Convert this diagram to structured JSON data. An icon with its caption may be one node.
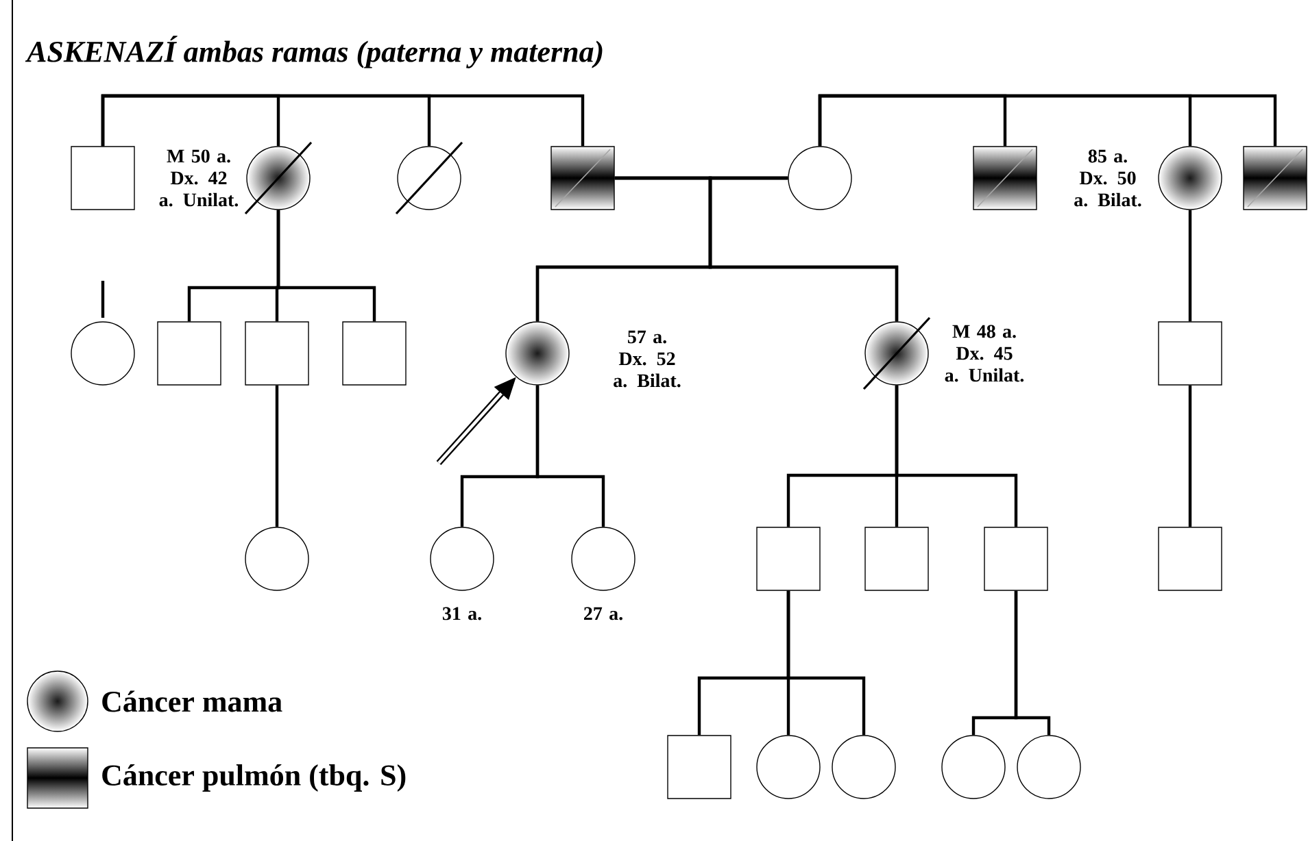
{
  "diagram": {
    "title": "ASKENAZÍ ambas ramas (paterna y materna)",
    "nodes": [
      {
        "text": [],
        "shape": "box"
      },
      {
        "text": [],
        "shape": "circle",
        "beside": [
          "M 50 a. Dx. 42 a. Unilat."
        ]
      },
      {
        "text": [],
        "shape": "circle"
      },
      {
        "text": [],
        "shape": "box"
      },
      {
        "text": [],
        "shape": "circle"
      },
      {
        "text": [],
        "shape": "box"
      },
      {
        "text": [],
        "shape": "circle",
        "beside": [
          "85 a. Dx. 50 a. Bilat."
        ]
      },
      {
        "text": [],
        "shape": "box"
      },
      {
        "text": [],
        "shape": "circle"
      },
      {
        "text": [],
        "shape": "box"
      },
      {
        "text": [],
        "shape": "box"
      },
      {
        "text": [],
        "shape": "box"
      },
      {
        "text": [],
        "shape": "circle",
        "beside": [
          "57 a. Dx. 52 a. Bilat."
        ]
      },
      {
        "text": [],
        "shape": "circle",
        "beside": [
          "M 48 a. Dx. 45 a. Unilat."
        ]
      },
      {
        "text": [],
        "shape": "box"
      },
      {
        "text": [],
        "shape": "circle"
      },
      {
        "text": [],
        "shape": "circle",
        "beside": [
          "31 a."
        ]
      },
      {
        "text": [],
        "shape": "circle",
        "beside": [
          "27 a."
        ]
      },
      {
        "text": [],
        "shape": "box"
      },
      {
        "text": [],
        "shape": "box"
      },
      {
        "text": [],
        "shape": "box"
      },
      {
        "text": [],
        "shape": "box"
      },
      {
        "text": [],
        "shape": "box"
      },
      {
        "text": [],
        "shape": "circle"
      },
      {
        "text": [],
        "shape": "circle"
      },
      {
        "text": [],
        "shape": "circle"
      },
      {
        "text": [],
        "shape": "circle"
      }
    ],
    "edges": [
      {
        "from": 0,
        "to": 1,
        "arrow": "none"
      },
      {
        "from": 0,
        "to": 2,
        "arrow": "none"
      },
      {
        "from": 0,
        "to": 3,
        "arrow": "none"
      },
      {
        "from": 4,
        "to": 5,
        "arrow": "none"
      },
      {
        "from": 4,
        "to": 6,
        "arrow": "none"
      },
      {
        "from": 4,
        "to": 7,
        "arrow": "none"
      },
      {
        "from": 3,
        "to": 4,
        "arrow": "none"
      },
      {
        "from": 3,
        "to": 12,
        "arrow": "none"
      },
      {
        "from": 4,
        "to": 12,
        "arrow": "none"
      },
      {
        "from": 3,
        "to": 13,
        "arrow": "none"
      },
      {
        "from": 4,
        "to": 13,
        "arrow": "none"
      },
      {
        "from": 1,
        "to": 9,
        "arrow": "none"
      },
      {
        "from": 1,
        "to": 10,
        "arrow": "none"
      },
      {
        "from": 1,
        "to": 11,
        "arrow": "none"
      },
      {
        "from": 6,
        "to": 14,
        "arrow": "none"
      },
      {
        "from": 10,
        "to": 15,
        "arrow": "none"
      },
      {
        "from": 12,
        "to": 16,
        "arrow": "none"
      },
      {
        "from": 12,
        "to": 17,
        "arrow": "none"
      },
      {
        "from": 13,
        "to": 18,
        "arrow": "none"
      },
      {
        "from": 13,
        "to": 19,
        "arrow": "none"
      },
      {
        "from": 13,
        "to": 20,
        "arrow": "none"
      },
      {
        "from": 14,
        "to": 21,
        "arrow": "none"
      },
      {
        "from": 18,
        "to": 22,
        "arrow": "none"
      },
      {
        "from": 18,
        "to": 23,
        "arrow": "none"
      },
      {
        "from": 18,
        "to": 24,
        "arrow": "none"
      },
      {
        "from": 20,
        "to": 25,
        "arrow": "none"
      },
      {
        "from": 20,
        "to": 26,
        "arrow": "none"
      },
      {
        "from": null,
        "to": 12,
        "arrow": "to",
        "style": "thick"
      }
    ],
    "legend": [
      {
        "text": "Cáncer mama"
      },
      {
        "text": "Cáncer pulmón (tbq. S)"
      }
    ]
  }
}
